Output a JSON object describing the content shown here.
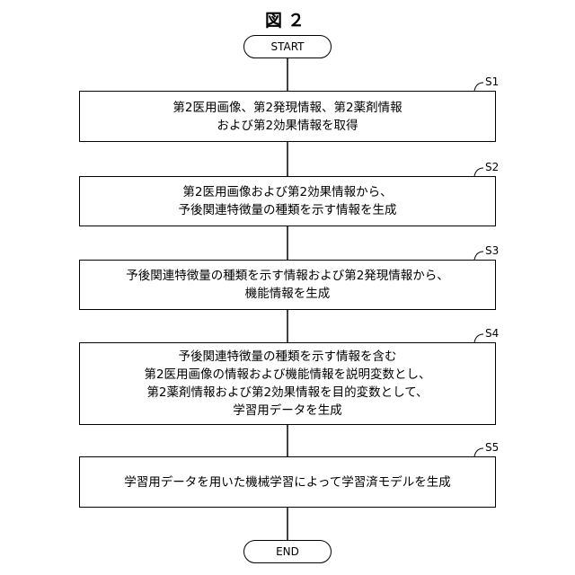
{
  "figure_title": "図２",
  "start_label": "START",
  "end_label": "END",
  "steps": [
    {
      "id": "S1",
      "lines": [
        "第2医用画像、第2発現情報、第2薬剤情報",
        "および第2効果情報を取得"
      ]
    },
    {
      "id": "S2",
      "lines": [
        "第2医用画像および第2効果情報から、",
        "予後関連特徴量の種類を示す情報を生成"
      ]
    },
    {
      "id": "S3",
      "lines": [
        "予後関連特徴量の種類を示す情報および第2発現情報から、",
        "機能情報を生成"
      ]
    },
    {
      "id": "S4",
      "lines": [
        "予後関連特徴量の種類を示す情報を含む",
        "第2医用画像の情報および機能情報を説明変数とし、",
        "第2薬剤情報および第2効果情報を目的変数として、",
        "学習用データを生成"
      ]
    },
    {
      "id": "S5",
      "lines": [
        "学習用データを用いた機械学習によって学習済モデルを生成"
      ]
    }
  ]
}
